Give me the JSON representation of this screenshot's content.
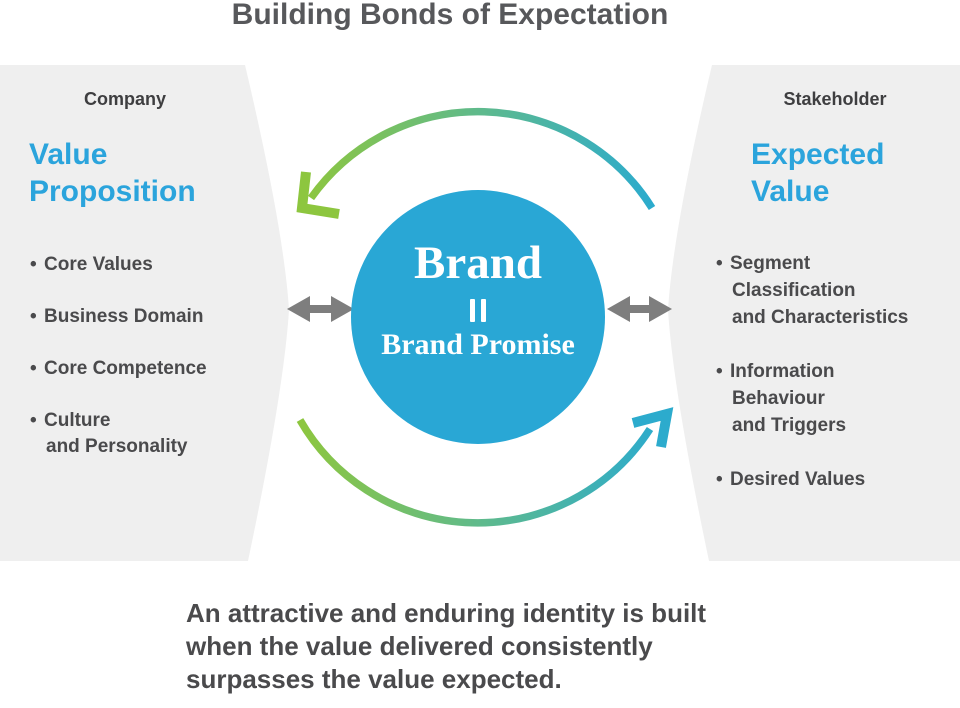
{
  "title": "Building Bonds of Expectation",
  "bullet": "•",
  "left_panel": {
    "header": "Company",
    "heading": [
      "Value",
      "Proposition"
    ],
    "items": [
      [
        "Core Values"
      ],
      [
        "Business Domain"
      ],
      [
        "Core Competence"
      ],
      [
        "Culture",
        "and Personality"
      ]
    ]
  },
  "right_panel": {
    "header": "Stakeholder",
    "heading": [
      "Expected",
      "Value"
    ],
    "items": [
      [
        "Segment",
        "Classification",
        "and Characteristics"
      ],
      [
        "Information",
        "Behaviour",
        "and Triggers"
      ],
      [
        "Desired Values"
      ]
    ]
  },
  "circle": {
    "title": "Brand",
    "separator_icon": "double-vertical-bar ‖",
    "subtitle": "Brand Promise"
  },
  "footer_lines": [
    "An attractive and enduring identity is built",
    "when the value delivered consistently",
    "surpasses the value expected."
  ],
  "icons": {
    "cycle_arrows": "curved-gradient-arrows-circulating",
    "exchange_arrows": "gray-double-headed-horizontal-arrows"
  },
  "colors": {
    "panel_gray": "#EFEFEF",
    "circle_blue": "#29A7D5",
    "heading_blue": "#2BA4DC",
    "green": "#8DC63F",
    "arc_teal_mid": "#5FBA8C",
    "arc_cyan": "#2CABCD",
    "arrow_gray": "#7E7E7E",
    "text_dark": "#4A4A4C",
    "title_gray": "#57585B"
  }
}
